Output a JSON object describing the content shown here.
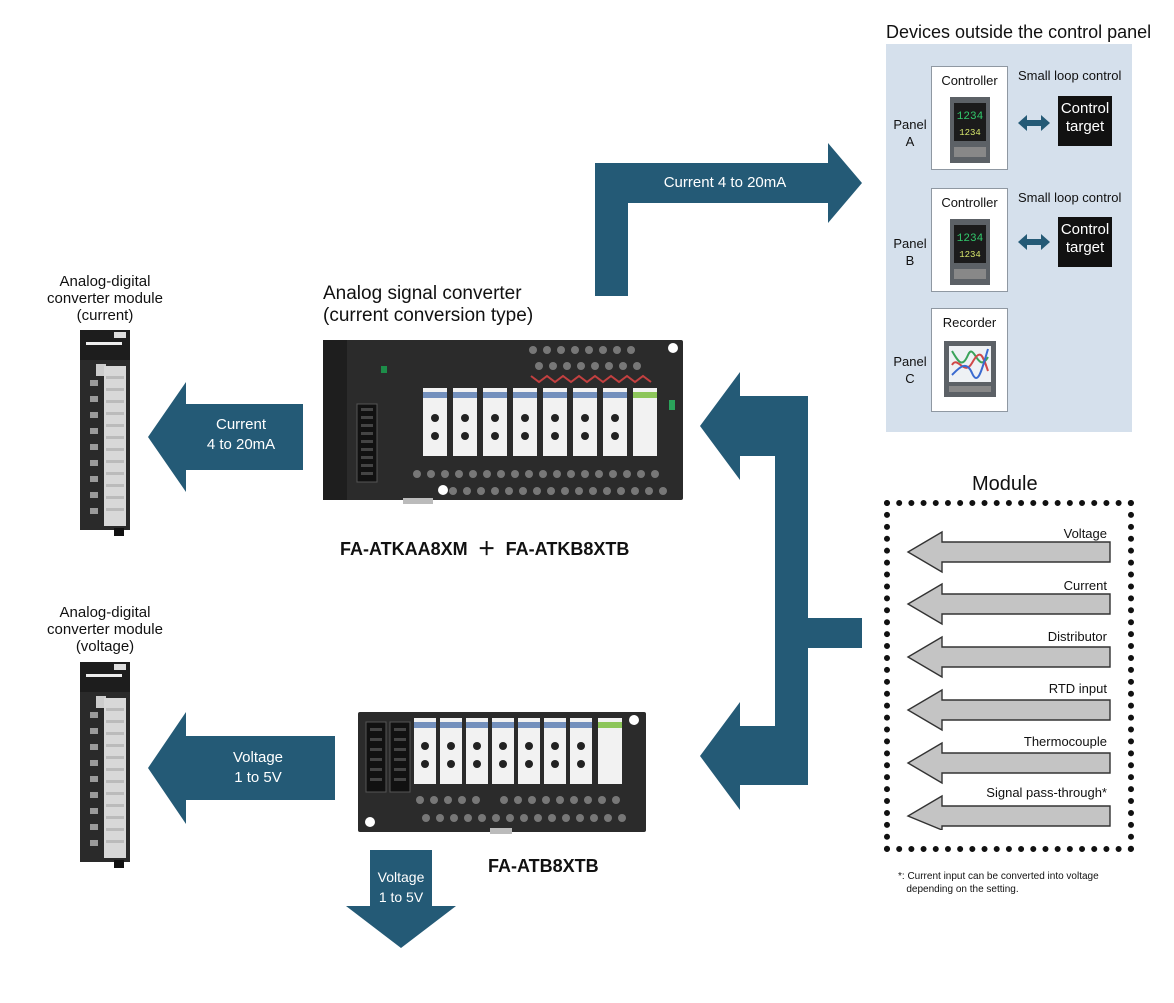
{
  "devices_outside": {
    "title": "Devices outside the control panel",
    "panels": [
      {
        "label": "Panel\nA",
        "device": "Controller",
        "side_label": "Small loop control",
        "target": "Control\ntarget",
        "display": [
          "1234",
          "1234"
        ]
      },
      {
        "label": "Panel\nB",
        "device": "Controller",
        "side_label": "Small loop control",
        "target": "Control\ntarget",
        "display": [
          "1234",
          "1234"
        ]
      },
      {
        "label": "Panel\nC",
        "device": "Recorder"
      }
    ]
  },
  "arrows": {
    "to_panel": "Current 4 to 20mA",
    "to_current_module": "Current\n4 to 20mA",
    "to_voltage_module": "Voltage\n1 to 5V",
    "down": "Voltage\n1 to 5V"
  },
  "modules_left": {
    "current": "Analog-digital\nconverter module\n(current)",
    "voltage": "Analog-digital\nconverter module\n(voltage)"
  },
  "converter": {
    "title": "Analog signal converter\n(current conversion type)",
    "part_numbers": "FA-ATKAA8XM  ＋  FA-ATKB8XTB"
  },
  "terminal_block": {
    "part_number": "FA-ATB8XTB"
  },
  "module": {
    "title": "Module",
    "items": [
      "Voltage",
      "Current",
      "Distributor",
      "RTD input",
      "Thermocouple",
      "Signal pass-through*"
    ],
    "footnote": "*: Current input can be converted into voltage\n   depending on the setting."
  },
  "colors": {
    "arrow": "#245a76",
    "panel_bg": "#d5e0ec",
    "module_arrow": "#c4c4c4"
  }
}
